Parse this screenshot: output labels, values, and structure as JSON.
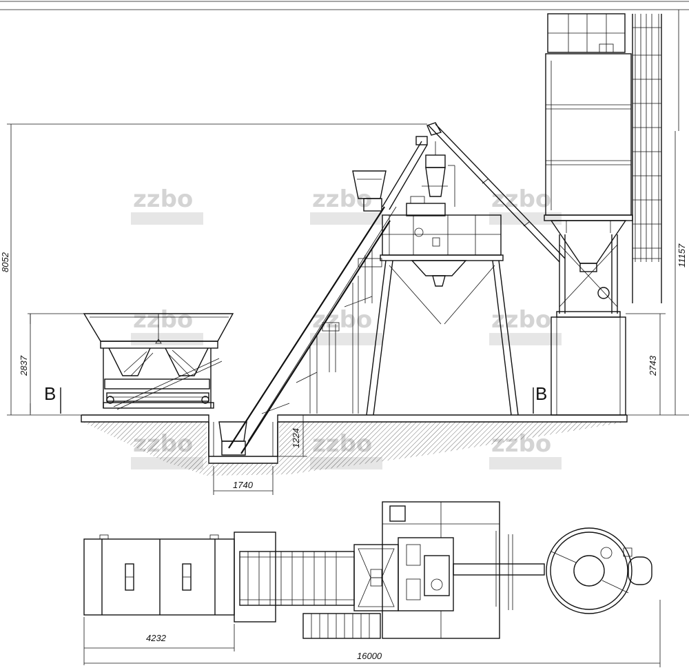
{
  "dimensions": {
    "overall_height": "8052",
    "hopper_height": "2837",
    "silo_height": "11157",
    "silo_base_height": "2743",
    "pit_depth": "1224",
    "pit_width": "1740",
    "bin_length": "4232",
    "overall_length": "16000"
  },
  "section_marks": {
    "left": "B",
    "right": "B"
  },
  "watermark": {
    "text": "zzbo"
  },
  "colors": {
    "line": "#111111",
    "background": "#ffffff",
    "watermark": "#d4d4d4"
  }
}
